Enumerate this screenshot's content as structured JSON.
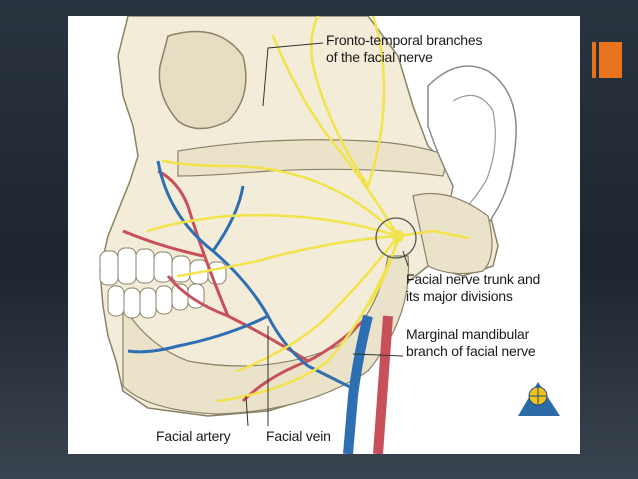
{
  "labels": {
    "fronto_temporal": [
      "Fronto-temporal branches",
      "of the facial nerve"
    ],
    "nerve_trunk": [
      "Facial nerve trunk and",
      "its major divisions"
    ],
    "marginal_mandibular": [
      "Marginal mandibular",
      "branch of facial nerve"
    ],
    "facial_artery": "Facial artery",
    "facial_vein": "Facial vein"
  },
  "colors": {
    "accent": "#e8731c",
    "bone": "#f2ecd8",
    "nerve": "#f3e34a",
    "artery": "#c8505a",
    "vein": "#2e6fb3"
  },
  "icons": [
    "publisher-logo-icon"
  ]
}
